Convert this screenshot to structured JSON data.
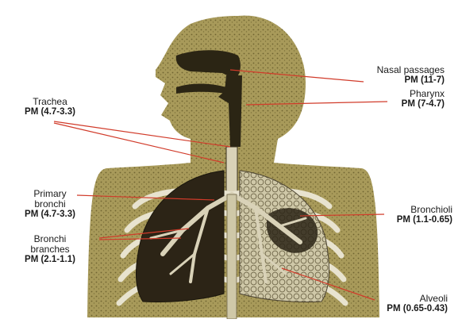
{
  "labels": [
    {
      "key": "nasal",
      "name": "Nasal passages",
      "pm": "PM (11-7)"
    },
    {
      "key": "pharynx",
      "name": "Pharynx",
      "pm": "PM (7-4.7)"
    },
    {
      "key": "trachea",
      "name": "Trachea",
      "pm": "PM (4.7-3.3)"
    },
    {
      "key": "primary",
      "name": "Primary bronchi",
      "pm": "PM (4.7-3.3)"
    },
    {
      "key": "bronchioli",
      "name": "Bronchioli",
      "pm": "PM (1.1-0.65)"
    },
    {
      "key": "branches",
      "name": "Bronchi branches",
      "pm": "PM (2.1-1.1)"
    },
    {
      "key": "alveoli",
      "name": "Alveoli",
      "pm": "PM (0.65-0.43)"
    }
  ],
  "colors": {
    "body": "#a89a5a",
    "body_speckle": "#6f6430",
    "airway": "#2b2514",
    "lung_dark": "#2c2416",
    "lung_light": "#cfc8a8",
    "rib": "#e8e3cf",
    "pointer": "#d13b2a"
  }
}
